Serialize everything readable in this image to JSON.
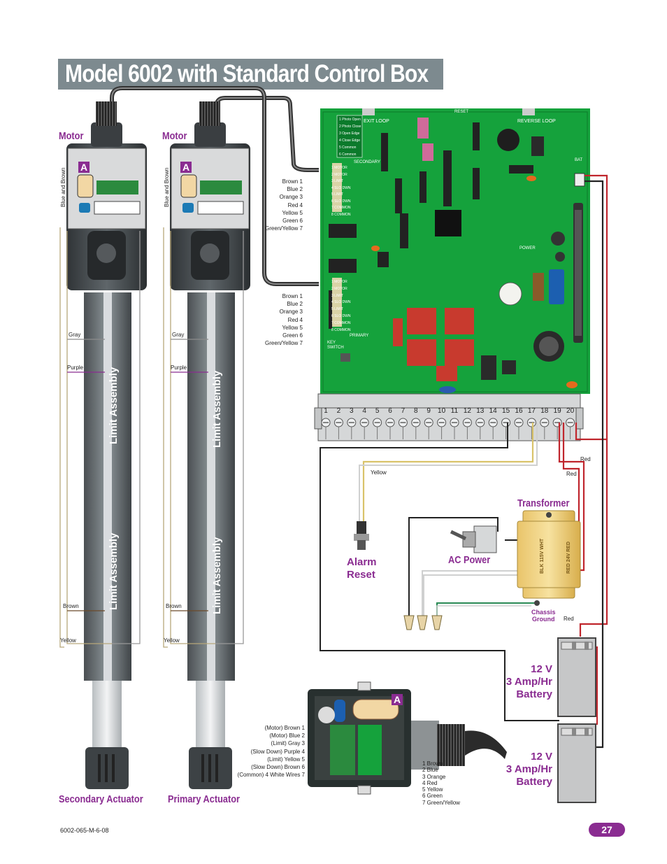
{
  "title": "Model 6002 with Standard Control Box",
  "labels": {
    "motor_left": "Motor",
    "motor_right": "Motor",
    "secondary_actuator": "Secondary Actuator",
    "primary_actuator": "Primary Actuator",
    "transformer": "Transformer",
    "alarm_reset": "Alarm\nReset",
    "ac_power": "AC Power",
    "chassis_ground": "Chassis\nGround",
    "battery_top": "12 V\n3 Amp/Hr\nBattery",
    "battery_bottom": "12 V\n3 Amp/Hr\nBattery",
    "limit_assembly": "Limit Assembly",
    "blue_and_brown": "Blue and Brown",
    "badge_a": "A"
  },
  "wire_labels": {
    "gray": "Gray",
    "purple": "Purple",
    "brown": "Brown",
    "yellow": "Yellow",
    "red": "Red"
  },
  "motor_wire_list": "Brown 1\nBlue 2\nOrange 3\nRed 4\nYellow 5\nGreen 6\nGreen/Yellow 7",
  "junction_left_list": "(Motor) Brown 1\n(Motor) Blue 2\n(Limit) Gray 3\n(Slow Down) Purple 4\n(Limit) Yellow 5\n(Slow Down) Brown 6\n(Common) 4 White Wires 7",
  "junction_right_list": "1 Brown\n2 Blue\n3 Orange\n4 Red\n5 Yellow\n6 Green\n7 Green/Yellow",
  "terminal_numbers": [
    "1",
    "2",
    "3",
    "4",
    "5",
    "6",
    "7",
    "8",
    "9",
    "10",
    "11",
    "12",
    "13",
    "14",
    "15",
    "16",
    "17",
    "18",
    "19",
    "20"
  ],
  "board_labels": {
    "exit_loop": "EXIT LOOP",
    "reverse_loop": "REVERSE LOOP",
    "reset": "RESET",
    "secondary": "SECONDARY",
    "primary": "PRIMARY",
    "key_switch": "KEY\nSWITCH",
    "bat": "BAT",
    "power": "POWER",
    "transformer_left": "BLK 115V WHT",
    "transformer_right": "RED 24V RED"
  },
  "connector_items": [
    "1 Photo Open",
    "2 Photo Close",
    "3 Open Edge",
    "4 Close Edge",
    "5 Common",
    "6 Common"
  ],
  "secondary_items": [
    "1 MOTOR",
    "2 MOTOR",
    "3 LIMIT",
    "4 SLO DWN",
    "5 LIMIT",
    "6 SLO DWN",
    "7 COMMON",
    "8 COMMON"
  ],
  "primary_items": [
    "1 MOTOR",
    "2 MOTOR",
    "3 LIMIT",
    "4 SLO DWN",
    "5 LIMIT",
    "6 SLO DWN",
    "7 COMMON",
    "8 COMMON"
  ],
  "footer_code": "6002-065-M-6-08",
  "page_number": "27",
  "colors": {
    "title_bg": "#7d8a8f",
    "accent": "#8a2c91",
    "board_green": "#15a23c",
    "wire_red": "#c0262d",
    "wire_yellow": "#d9c36a",
    "wire_black": "#222222"
  }
}
